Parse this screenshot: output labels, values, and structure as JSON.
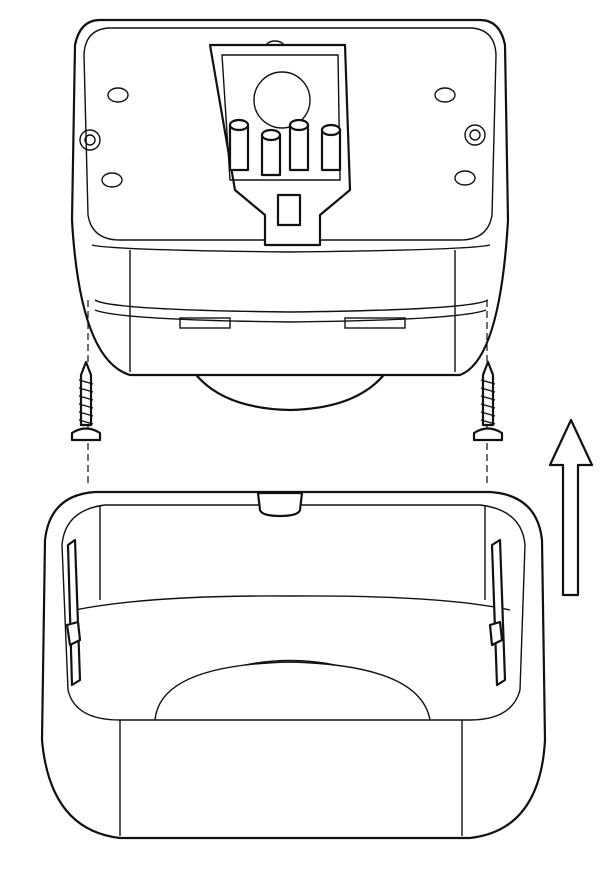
{
  "diagram": {
    "kind": "exploded-assembly-line-drawing",
    "parts": [
      "device-body",
      "mounting-screw-left",
      "mounting-screw-right",
      "base-ring"
    ],
    "direction_arrow": "up",
    "colors": {
      "line": "#111111",
      "background": "#ffffff"
    }
  }
}
